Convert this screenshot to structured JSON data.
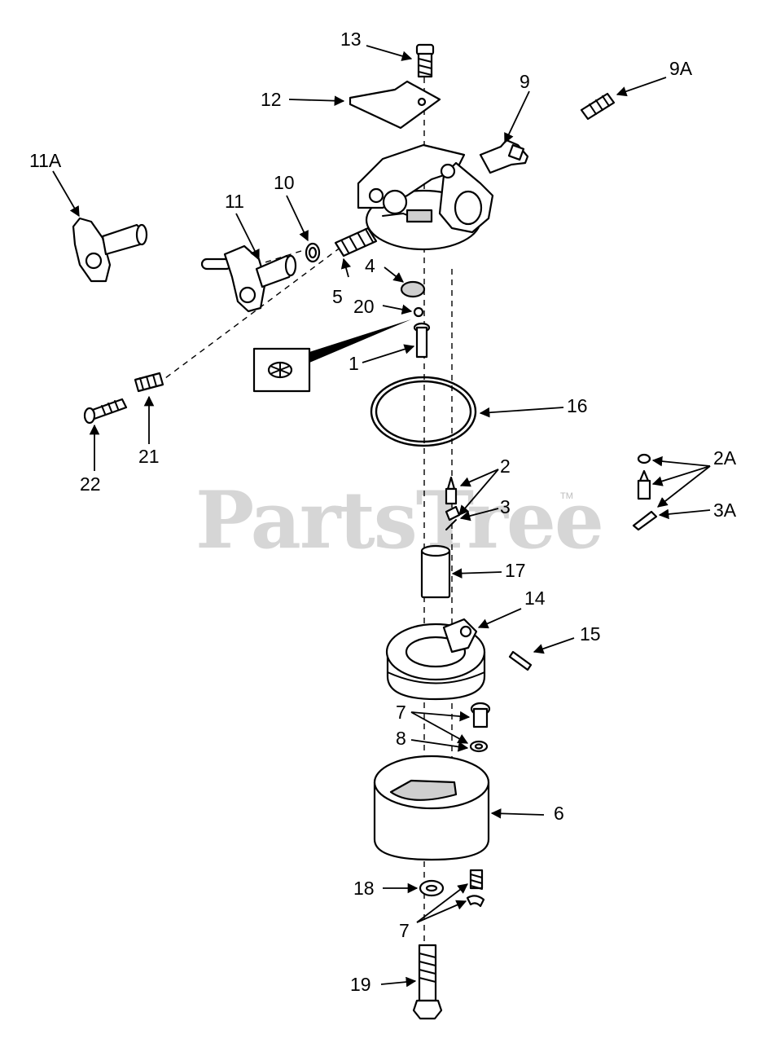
{
  "watermark": {
    "text": "PartsTree",
    "trademark": "TM"
  },
  "callouts": {
    "c13": "13",
    "c12": "12",
    "c9": "9",
    "c9a": "9A",
    "c11a": "11A",
    "c11": "11",
    "c10": "10",
    "c4": "4",
    "c5": "5",
    "c20": "20",
    "c1": "1",
    "c16": "16",
    "c22": "22",
    "c21": "21",
    "c2": "2",
    "c2a": "2A",
    "c3": "3",
    "c3a": "3A",
    "c17": "17",
    "c14": "14",
    "c15": "15",
    "c7a": "7",
    "c8": "8",
    "c6": "6",
    "c18": "18",
    "c7b": "7",
    "c19": "19"
  },
  "colors": {
    "ink": "#000000",
    "background": "#ffffff",
    "watermark": "#d6d6d6"
  }
}
